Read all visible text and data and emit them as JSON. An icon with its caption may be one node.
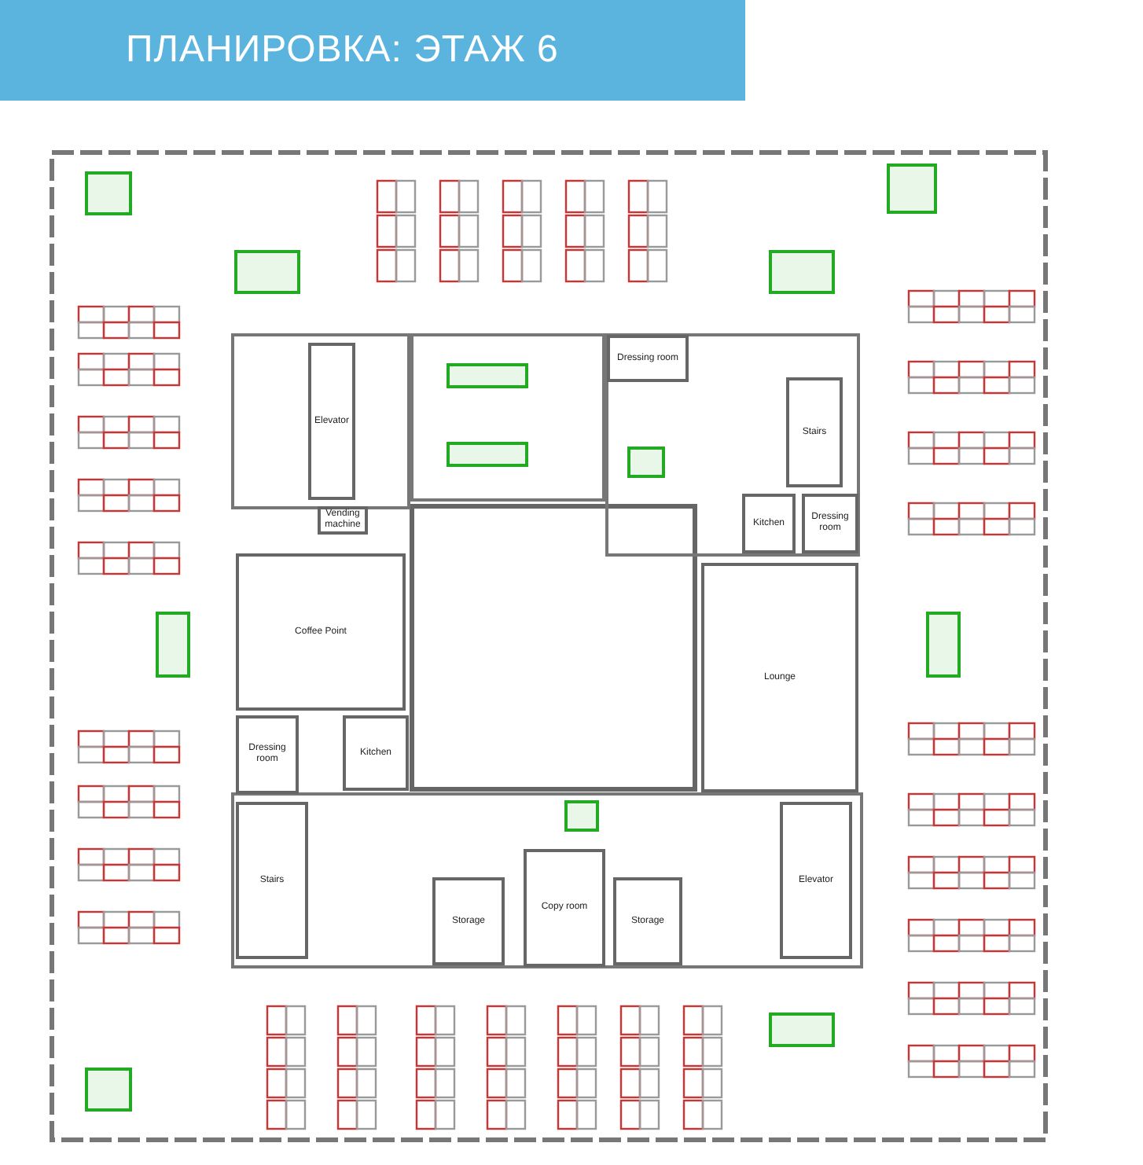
{
  "diagram": {
    "title": "ПЛАНИРОВКА: ЭТАЖ 6",
    "nodes": [
      {
        "text": [
          "Elevator"
        ]
      },
      {
        "text": [
          "Vending machine"
        ]
      },
      {
        "text": [
          "Coffee Point"
        ]
      },
      {
        "text": [
          "Dressing room"
        ]
      },
      {
        "text": [
          "Stairs"
        ]
      },
      {
        "text": [
          "Kitchen"
        ]
      },
      {
        "text": [
          "Dressing room"
        ]
      },
      {
        "text": [
          "Lounge"
        ]
      },
      {
        "text": [
          "Dressing room"
        ]
      },
      {
        "text": [
          "Kitchen"
        ]
      },
      {
        "text": [
          "Stairs"
        ]
      },
      {
        "text": [
          "Storage"
        ]
      },
      {
        "text": [
          "Copy room"
        ]
      },
      {
        "text": [
          "Storage"
        ]
      },
      {
        "text": [
          "Elevator"
        ]
      }
    ],
    "edges": []
  }
}
